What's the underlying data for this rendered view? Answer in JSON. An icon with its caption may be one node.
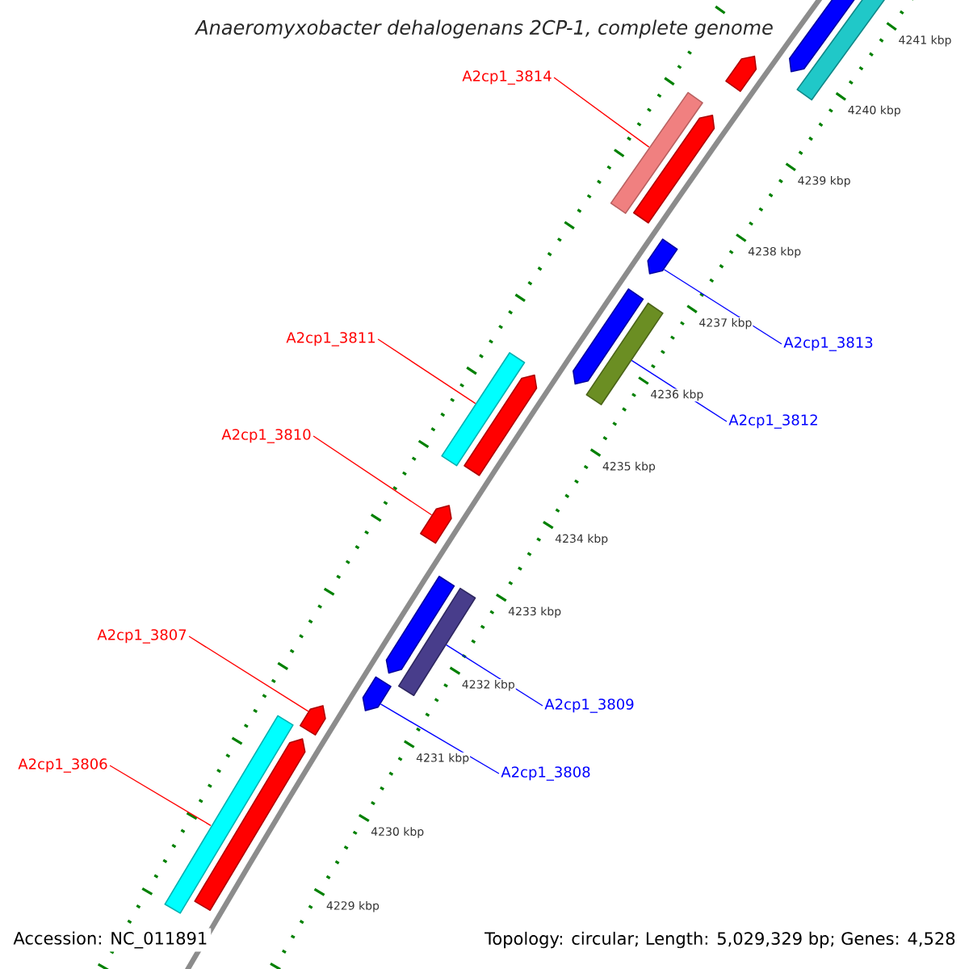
{
  "diagram": {
    "title": "Anaeromyxobacter dehalogenans 2CP-1, complete genome",
    "nodes": [
      {
        "text": [
          "A2cp1_3814"
        ]
      },
      {
        "text": [
          "A2cp1_3811"
        ]
      },
      {
        "text": [
          "A2cp1_3810"
        ]
      },
      {
        "text": [
          "A2cp1_3807"
        ]
      },
      {
        "text": [
          "A2cp1_3806"
        ]
      },
      {
        "text": [
          "A2cp1_3813"
        ]
      },
      {
        "text": [
          "A2cp1_3812"
        ]
      },
      {
        "text": [
          "A2cp1_3809"
        ]
      },
      {
        "text": [
          "A2cp1_3808"
        ]
      },
      {
        "text": [],
        "shape": "bar"
      },
      {
        "text": [],
        "shape": "arrow"
      },
      {
        "text": [],
        "shape": "arrow"
      },
      {
        "text": [],
        "shape": "bar"
      },
      {
        "text": [],
        "shape": "arrow"
      },
      {
        "text": [],
        "shape": "arrow"
      },
      {
        "text": [],
        "shape": "arrow"
      },
      {
        "text": [],
        "shape": "bar"
      },
      {
        "text": [],
        "shape": "bar"
      },
      {
        "text": [],
        "shape": "arrow"
      },
      {
        "text": [],
        "shape": "arrow"
      },
      {
        "text": [],
        "shape": "arrow"
      },
      {
        "text": [],
        "shape": "bar"
      },
      {
        "text": [],
        "shape": "arrow"
      },
      {
        "text": [],
        "shape": "arrow"
      },
      {
        "text": [],
        "shape": "bar"
      },
      {
        "text": [],
        "shape": "arrow"
      }
    ],
    "edges": [
      {
        "from": 0,
        "to": 12,
        "arrow": "none"
      },
      {
        "from": 1,
        "to": 17,
        "arrow": "none"
      },
      {
        "from": 2,
        "to": 19,
        "arrow": "none"
      },
      {
        "from": 3,
        "to": 23,
        "arrow": "none"
      },
      {
        "from": 4,
        "to": 24,
        "arrow": "none"
      },
      {
        "from": 5,
        "to": 14,
        "arrow": "none",
        "color": "#0000ff"
      },
      {
        "from": 6,
        "to": 16,
        "arrow": "none",
        "color": "#0000ff"
      },
      {
        "from": 7,
        "to": 21,
        "arrow": "none",
        "color": "#0000ff"
      },
      {
        "from": 8,
        "to": 22,
        "arrow": "none",
        "color": "#0000ff"
      }
    ],
    "labels": [
      "4241 kbp",
      "4240 kbp",
      "4239 kbp",
      "4238 kbp",
      "4237 kbp",
      "4236 kbp",
      "4235 kbp",
      "4234 kbp",
      "4233 kbp",
      "4232 kbp",
      "4231 kbp",
      "4230 kbp",
      "4229 kbp",
      "Accession: NC_011891",
      "Topology: circular; Length: 5,029,329 bp; Genes: 4,528"
    ]
  }
}
